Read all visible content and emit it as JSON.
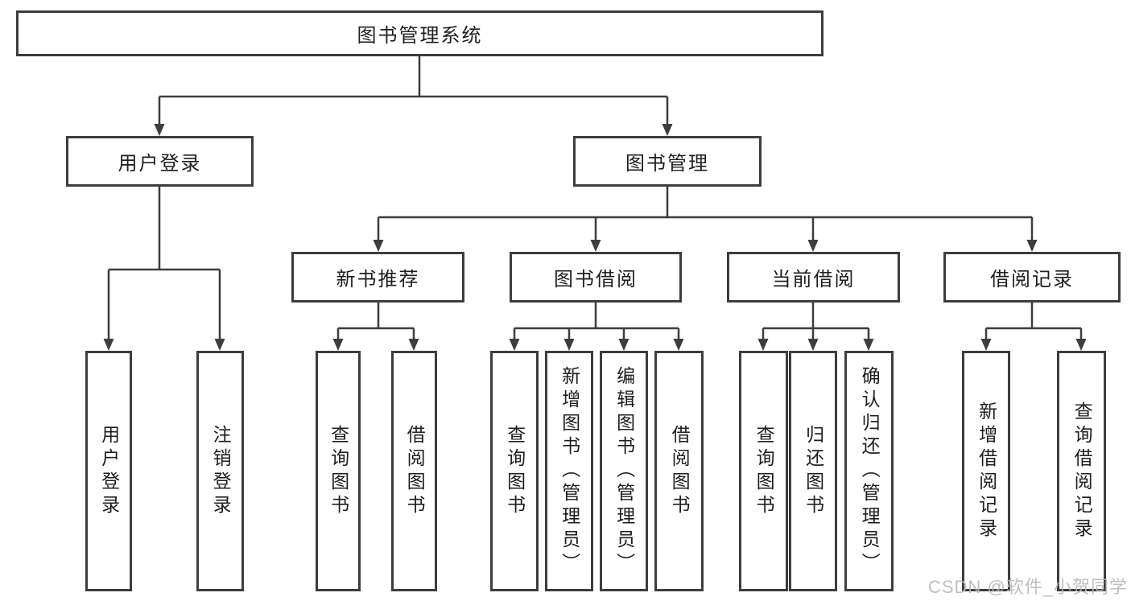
{
  "diagram_title": "图书管理系统",
  "colors": {
    "line": "#3d3d3d",
    "text": "#1e1e1e",
    "background": "#ffffff",
    "watermark": "#b9b9b9"
  },
  "nodes": {
    "root": {
      "label": "图书管理系统"
    },
    "user_login": {
      "label": "用户登录"
    },
    "book_management": {
      "label": "图书管理"
    },
    "new_book_recommend": {
      "label": "新书推荐"
    },
    "book_borrow": {
      "label": "图书借阅"
    },
    "current_borrow": {
      "label": "当前借阅"
    },
    "borrow_records": {
      "label": "借阅记录"
    },
    "leaf_user_login": {
      "label": "用户登录"
    },
    "leaf_logout": {
      "label": "注销登录"
    },
    "leaf_query_books_recommend": {
      "label": "查询图书"
    },
    "leaf_borrow_books_recommend": {
      "label": "借阅图书"
    },
    "leaf_query_books_borrow": {
      "label": "查询图书"
    },
    "leaf_add_books_admin": {
      "label": "新增图书（管理员）"
    },
    "leaf_edit_books_admin": {
      "label": "编辑图书（管理员）"
    },
    "leaf_borrow_books_borrow": {
      "label": "借阅图书"
    },
    "leaf_query_books_current": {
      "label": "查询图书"
    },
    "leaf_return_books": {
      "label": "归还图书"
    },
    "leaf_confirm_return_admin": {
      "label": "确认归还（管理员）"
    },
    "leaf_add_borrow_record": {
      "label": "新增借阅记录"
    },
    "leaf_query_borrow_record": {
      "label": "查询借阅记录"
    }
  },
  "hierarchy": {
    "图书管理系统": {
      "用户登录": [
        "用户登录",
        "注销登录"
      ],
      "图书管理": {
        "新书推荐": [
          "查询图书",
          "借阅图书"
        ],
        "图书借阅": [
          "查询图书",
          "新增图书（管理员）",
          "编辑图书（管理员）",
          "借阅图书"
        ],
        "当前借阅": [
          "查询图书",
          "归还图书",
          "确认归还（管理员）"
        ],
        "借阅记录": [
          "新增借阅记录",
          "查询借阅记录"
        ]
      }
    }
  },
  "watermark": {
    "text": "CSDN @软件_小贺同学"
  }
}
